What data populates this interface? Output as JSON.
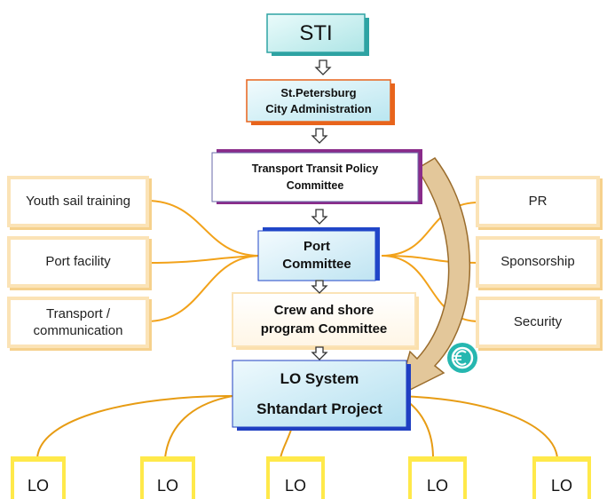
{
  "nodes": {
    "sti": "STI",
    "city_admin": [
      "St.Petersburg",
      "City Administration"
    ],
    "transport_committee": [
      "Transport Transit Policy",
      "Committee"
    ],
    "port_committee": [
      "Port",
      "Committee"
    ],
    "crew_committee": [
      "Crew and shore",
      "program Committee"
    ],
    "lo_system": [
      "LO System",
      "Shtandart Project"
    ],
    "left": [
      "Youth sail training",
      "Port facility",
      "Transport / communication"
    ],
    "left_transport": [
      "Transport /",
      "communication"
    ],
    "right": [
      "PR",
      "Sponsorship",
      "Security"
    ],
    "lo_units": [
      "LO",
      "LO",
      "LO",
      "LO",
      "LO"
    ]
  },
  "colors": {
    "sti_border": "#2ea3a3",
    "city_border": "#e8641c",
    "transport_border": "#8a2b8a",
    "port_border": "#2046c8",
    "lo_system_border": "#1f3fc2",
    "connector": "#f2a21a",
    "big_arrow_fill": "#e3c79a",
    "big_arrow_stroke": "#9a6c2c",
    "badge": "#26b7b0",
    "lo_border": "#ffe94a"
  },
  "icons": {
    "badge": "euro-coin-icon",
    "down_arrow": "hollow-down-arrow-icon"
  }
}
